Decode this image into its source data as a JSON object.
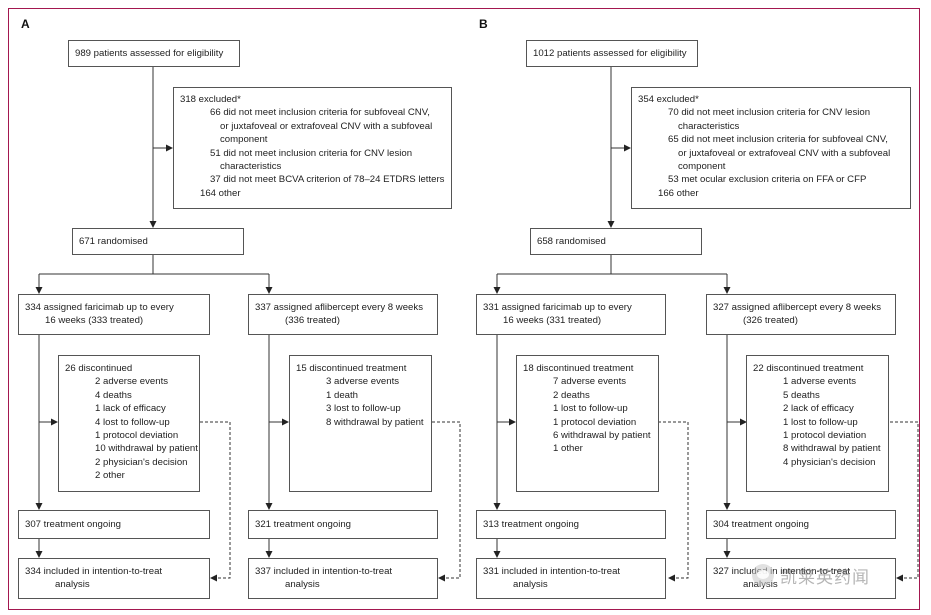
{
  "panels": [
    {
      "label": "A",
      "assessed": "989 patients assessed for eligibility",
      "excluded": {
        "title": "318 excluded*",
        "lines": [
          {
            "text": "66 did not meet inclusion criteria for subfoveal CNV,",
            "indent": 1
          },
          {
            "text": "or juxtafoveal or extrafoveal CNV with a subfoveal",
            "indent": 2
          },
          {
            "text": "component",
            "indent": 2
          },
          {
            "text": "51 did not meet inclusion criteria for CNV lesion",
            "indent": 1
          },
          {
            "text": "characteristics",
            "indent": 2
          },
          {
            "text": "37 did not meet BCVA criterion of 78–24 ETDRS letters",
            "indent": 1
          },
          {
            "text": "164 other",
            "indent": 0
          }
        ]
      },
      "randomised": "671 randomised",
      "arms": [
        {
          "assigned": [
            "334 assigned faricimab up to every",
            "16 weeks (333 treated)"
          ],
          "discontinued": {
            "title": "26 discontinued",
            "lines": [
              "2 adverse events",
              "4 deaths",
              "1 lack of efficacy",
              "4 lost to follow-up",
              "1 protocol deviation",
              "10 withdrawal by patient",
              "2 physician's decision",
              "2 other"
            ]
          },
          "ongoing": "307 treatment ongoing",
          "itt": [
            "334 included in intention-to-treat",
            "analysis"
          ]
        },
        {
          "assigned": [
            "337 assigned aflibercept every 8 weeks",
            "(336 treated)"
          ],
          "discontinued": {
            "title": "15 discontinued treatment",
            "lines": [
              "3 adverse events",
              "1 death",
              "3 lost to follow-up",
              "8 withdrawal by patient"
            ]
          },
          "ongoing": "321 treatment ongoing",
          "itt": [
            "337 included in intention-to-treat",
            "analysis"
          ]
        }
      ]
    },
    {
      "label": "B",
      "assessed": "1012 patients assessed for eligibility",
      "excluded": {
        "title": "354 excluded*",
        "lines": [
          {
            "text": "70 did not meet inclusion criteria for CNV lesion",
            "indent": 1
          },
          {
            "text": "characteristics",
            "indent": 2
          },
          {
            "text": "65 did not meet inclusion criteria for subfoveal CNV,",
            "indent": 1
          },
          {
            "text": "or juxtafoveal or extrafoveal CNV with a subfoveal",
            "indent": 2
          },
          {
            "text": "component",
            "indent": 2
          },
          {
            "text": "53 met ocular exclusion criteria on FFA or CFP",
            "indent": 1
          },
          {
            "text": "166 other",
            "indent": 0
          }
        ]
      },
      "randomised": "658 randomised",
      "arms": [
        {
          "assigned": [
            "331 assigned faricimab up to every",
            "16 weeks (331 treated)"
          ],
          "discontinued": {
            "title": "18 discontinued treatment",
            "lines": [
              "7 adverse events",
              "2 deaths",
              "1 lost to follow-up",
              "1 protocol deviation",
              "6 withdrawal by patient",
              "1 other"
            ]
          },
          "ongoing": "313 treatment ongoing",
          "itt": [
            "331 included in intention-to-treat",
            "analysis"
          ]
        },
        {
          "assigned": [
            "327 assigned aflibercept every 8 weeks",
            "(326 treated)"
          ],
          "discontinued": {
            "title": "22 discontinued treatment",
            "lines": [
              "1 adverse events",
              "5 deaths",
              "2 lack of efficacy",
              "1 lost to follow-up",
              "1 protocol deviation",
              "8 withdrawal by patient",
              "4 physician's decision"
            ]
          },
          "ongoing": "304 treatment ongoing",
          "itt": [
            "327 included in intention-to-treat",
            "analysis"
          ]
        }
      ]
    }
  ],
  "watermark": "凯莱英药闻",
  "colors": {
    "frame": "#a3174f",
    "line": "#333333",
    "box_border": "#555555"
  }
}
